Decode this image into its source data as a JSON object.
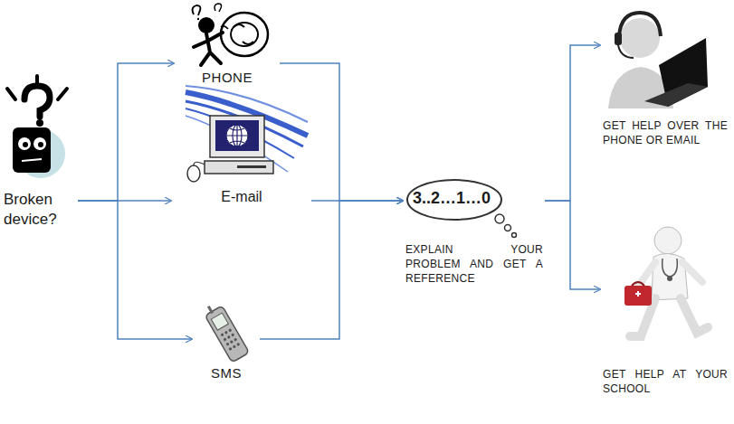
{
  "diagram": {
    "nodes": [
      {
        "text": [
          "Broken device?"
        ]
      },
      {
        "text": [
          "PHONE"
        ]
      },
      {
        "text": [
          "E-mail"
        ]
      },
      {
        "text": [
          "SMS"
        ]
      },
      {
        "text": [
          "3..2…1…0",
          "EXPLAIN YOUR PROBLEM AND GET A REFERENCE"
        ]
      },
      {
        "text": [
          "GET HELP OVER THE PHONE OR EMAIL"
        ]
      },
      {
        "text": [
          "GET HELP AT YOUR SCHOOL"
        ]
      }
    ],
    "edges": [
      {
        "from": 0,
        "to": 1,
        "arrow": "to"
      },
      {
        "from": 0,
        "to": 2,
        "arrow": "to"
      },
      {
        "from": 0,
        "to": 3,
        "arrow": "to"
      },
      {
        "from": 1,
        "to": 4,
        "arrow": "to"
      },
      {
        "from": 2,
        "to": 4,
        "arrow": "to"
      },
      {
        "from": 3,
        "to": 4,
        "arrow": "to"
      },
      {
        "from": 4,
        "to": 5,
        "arrow": "to"
      },
      {
        "from": 4,
        "to": 6,
        "arrow": "to"
      }
    ]
  }
}
